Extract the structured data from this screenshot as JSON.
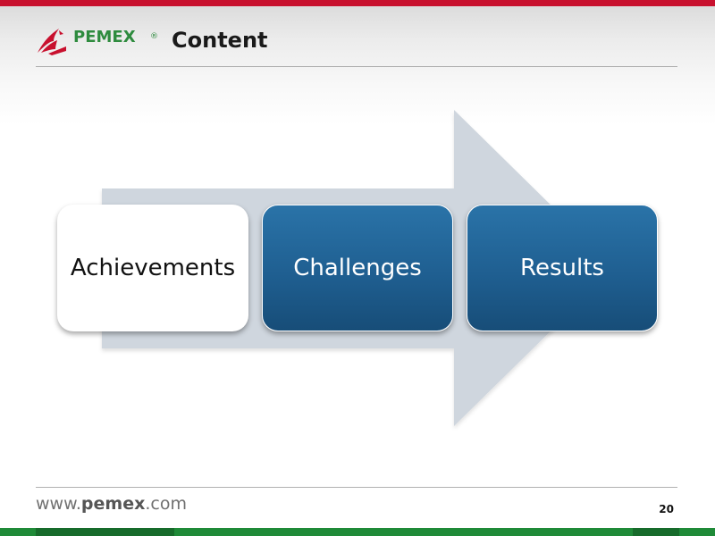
{
  "header": {
    "logo_text": "PEMEX",
    "logo_registered": "®",
    "title": "Content"
  },
  "diagram": {
    "steps": [
      {
        "label": "Achievements",
        "style": "white"
      },
      {
        "label": "Challenges",
        "style": "blue"
      },
      {
        "label": "Results",
        "style": "blue"
      }
    ]
  },
  "footer": {
    "url_prefix": "www.",
    "url_brand": "pemex",
    "url_suffix": ".com",
    "page_number": "20"
  },
  "colors": {
    "top_bar": "#c8102e",
    "logo_red": "#c8102e",
    "logo_green": "#2e8b3e",
    "arrow": "#cfd6de",
    "box_blue": "#1f5f91",
    "bottom_bar": "#1f8a38"
  }
}
